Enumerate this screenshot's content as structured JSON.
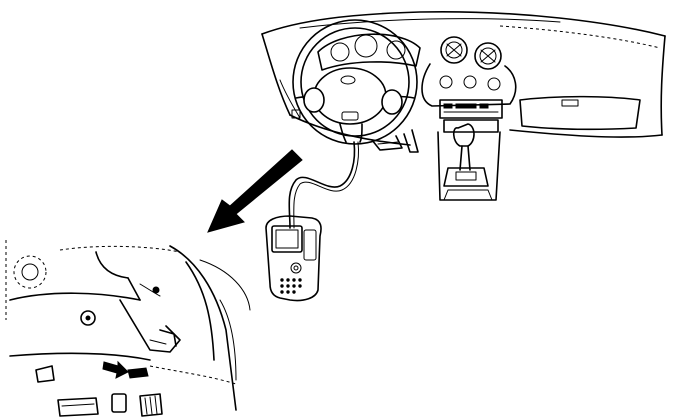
{
  "diagram": {
    "style": "monochrome line drawing",
    "colors": {
      "ink": "#000000",
      "paper": "#ffffff"
    },
    "components": [
      "dashboard",
      "steering-wheel",
      "instrument-cluster",
      "air-vents",
      "center-console",
      "gear-shifter",
      "glove-box",
      "diagnostic-scan-tool",
      "connector-cable",
      "pointer-arrow",
      "under-dash-detail",
      "data-link-connector",
      "location-arrow",
      "pedals"
    ]
  }
}
